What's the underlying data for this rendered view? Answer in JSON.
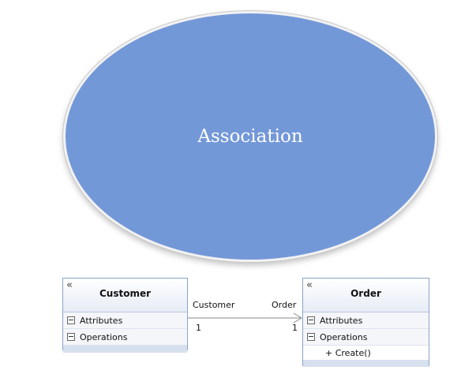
{
  "ellipse": {
    "label": "Association",
    "fill": "#7398d8"
  },
  "classes": {
    "customer": {
      "name": "Customer",
      "sections": [
        "Attributes",
        "Operations"
      ],
      "collapse_icon": "double-chevron-up-icon"
    },
    "order": {
      "name": "Order",
      "sections": [
        "Attributes",
        "Operations"
      ],
      "members": [
        "+ Create()"
      ],
      "collapse_icon": "double-chevron-up-icon"
    }
  },
  "association": {
    "source_role": "Customer",
    "target_role": "Order",
    "source_multiplicity": "1",
    "target_multiplicity": "1"
  }
}
